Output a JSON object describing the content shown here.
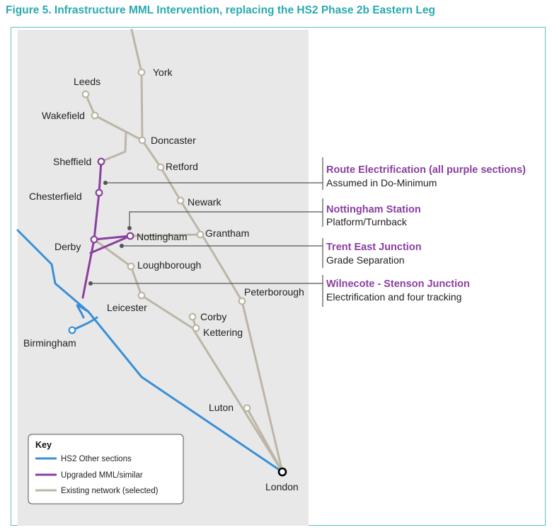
{
  "title": "Figure 5. Infrastructure MML Intervention, replacing the HS2 Phase 2b Eastern Leg",
  "colors": {
    "hs2": "#3A8FD6",
    "upgraded": "#8A3FA0",
    "existing": "#BDB6A6",
    "title": "#2BAAAE",
    "panel": "#E8E8E8",
    "frame": "#57C2C2"
  },
  "places": {
    "york": "York",
    "leeds": "Leeds",
    "wakefield": "Wakefield",
    "doncaster": "Doncaster",
    "sheffield": "Sheffield",
    "retford": "Retford",
    "chesterfield": "Chesterfield",
    "newark": "Newark",
    "nottingham": "Nottingham",
    "grantham": "Grantham",
    "derby": "Derby",
    "loughborough": "Loughborough",
    "peterborough": "Peterborough",
    "leicester": "Leicester",
    "corby": "Corby",
    "kettering": "Kettering",
    "birmingham": "Birmingham",
    "luton": "Luton",
    "london": "London"
  },
  "annotations": [
    {
      "title": "Route Electrification (all purple sections)",
      "subtitle": "Assumed in Do-Minimum"
    },
    {
      "title": "Nottingham Station",
      "subtitle": "Platform/Turnback"
    },
    {
      "title": "Trent East Junction",
      "subtitle": "Grade Separation"
    },
    {
      "title": "Wilnecote - Stenson Junction",
      "subtitle": "Electrification and four tracking"
    }
  ],
  "key": {
    "heading": "Key",
    "items": [
      {
        "label": "HS2 Other sections",
        "type": "hs2"
      },
      {
        "label": "Upgraded MML/similar",
        "type": "upgraded"
      },
      {
        "label": "Existing network (selected)",
        "type": "existing"
      }
    ]
  }
}
